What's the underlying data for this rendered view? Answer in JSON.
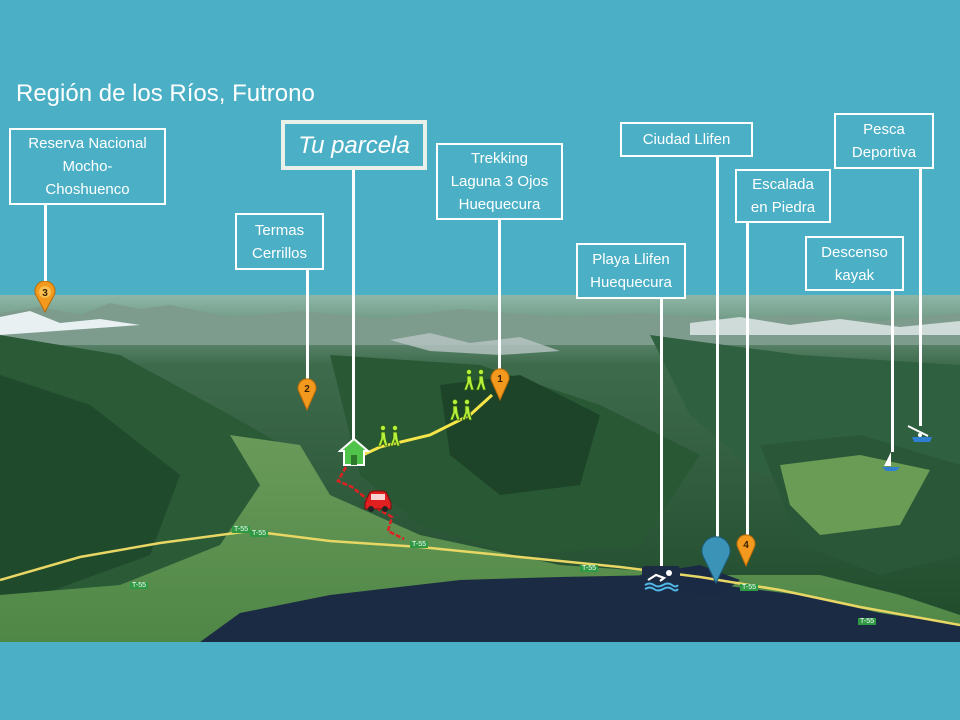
{
  "title": "Región de los Ríos, Futrono",
  "callouts": {
    "reserva": "Reserva Nacional\nMocho-\nChoshuenco",
    "tu_parcela": "Tu parcela",
    "termas": "Termas\nCerrillos",
    "trekking": "Trekking\nLaguna 3 Ojos\nHuequecura",
    "playa": "Playa Llifen\nHuequecura",
    "ciudad": "Ciudad  Llifen",
    "escalada": "Escalada\nen Piedra",
    "kayak": "Descenso\nkayak",
    "pesca": "Pesca\nDeportiva"
  },
  "markers": {
    "pin_reserva": "3",
    "pin_termas": "2",
    "pin_trekking": "1",
    "pin_escalada": "4"
  },
  "road_labels": [
    "T-55",
    "T-55",
    "T-55",
    "T-55",
    "T-55",
    "T-55",
    "T-55"
  ],
  "colors": {
    "background": "#4bb0c6",
    "pin_orange": "#f39a1e",
    "trail_yellow": "#f6e64a",
    "route_red": "#e02020",
    "house_green": "#4fc34a",
    "lake": "#1c2b44"
  }
}
